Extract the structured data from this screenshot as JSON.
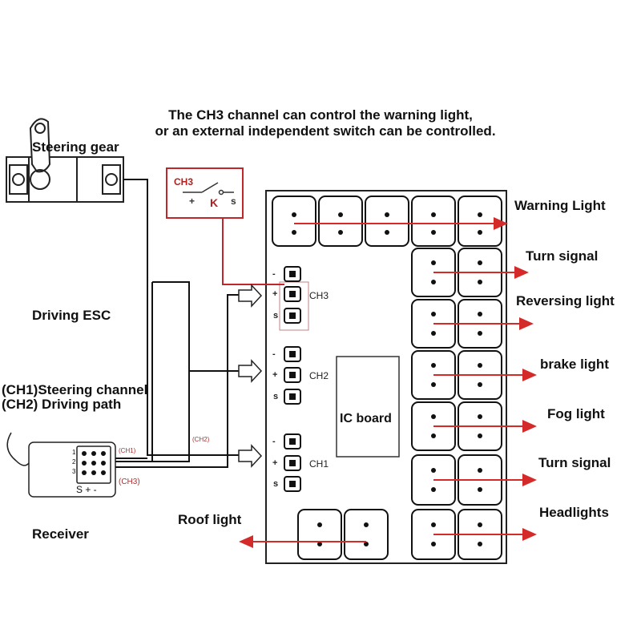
{
  "notice": {
    "line1": "The CH3 channel can control the warning light,",
    "line2": "or an external independent switch can be controlled."
  },
  "components": {
    "steering_gear": "Steering gear",
    "driving_esc": "Driving ESC",
    "channel_ch1": "(CH1)Steering channel",
    "channel_ch2": "(CH2) Driving path",
    "receiver": "Receiver",
    "ic_board": "IC board"
  },
  "switch": {
    "title": "CH3",
    "plus": "+",
    "k": "K",
    "s": "s"
  },
  "channels": {
    "ch3": "CH3",
    "ch2": "CH2",
    "ch1": "CH1",
    "pin_minus": "-",
    "pin_plus": "+",
    "pin_s": "s"
  },
  "wires": {
    "ch1": "(CH1)",
    "ch2": "(CH2)",
    "ch3": "(CH3)"
  },
  "receiver_pins": {
    "row1": "1",
    "row2": "2",
    "row3": "3",
    "bottom": "S + -"
  },
  "outputs": {
    "warning_light": "Warning Light",
    "turn_signal_1": "Turn signal",
    "reversing_light": "Reversing light",
    "brake_light": "brake light",
    "fog_light": "Fog light",
    "turn_signal_2": "Turn signal",
    "headlights": "Headlights",
    "roof_light": "Roof light"
  },
  "colors": {
    "arrow": "#d42a2a",
    "switch_box": "#c0262a",
    "wire": "#111111",
    "board_border": "#222222"
  }
}
